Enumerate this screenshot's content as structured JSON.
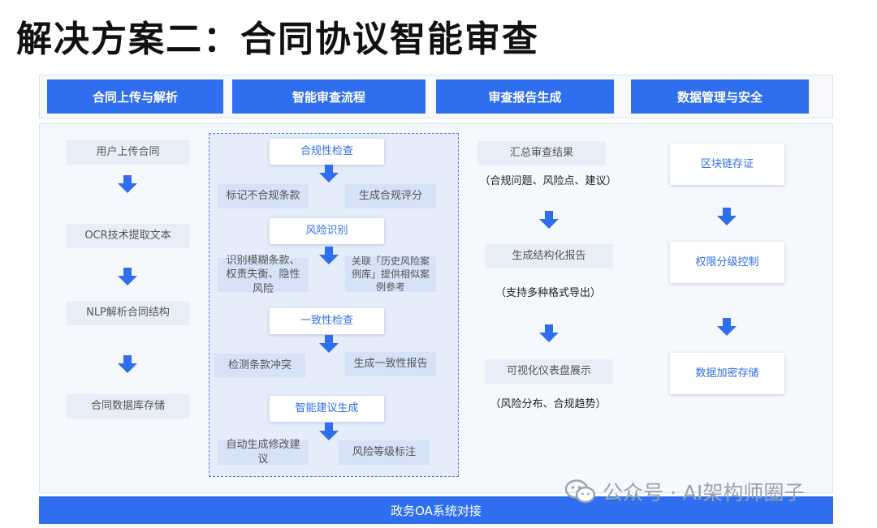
{
  "title": "解决方案二：合同协议智能审查",
  "headers": [
    "合同上传与解析",
    "智能审查流程",
    "审查报告生成",
    "数据管理与安全"
  ],
  "col1": [
    "用户上传合同",
    "OCR技术提取文本",
    "NLP解析合同结构",
    "合同数据库存储"
  ],
  "col2": {
    "g1": {
      "title": "合规性检查",
      "left": "标记不合规条款",
      "right": "生成合规评分"
    },
    "g2": {
      "title": "风险识别",
      "left": "识别模糊条款、权责失衡、隐性风险",
      "right": "关联「历史风险案例库」提供相似案例参考"
    },
    "g3": {
      "title": "一致性检查",
      "left": "检测条款冲突",
      "right": "生成一致性报告"
    },
    "g4": {
      "title": "智能建议生成",
      "left": "自动生成修改建议",
      "right": "风险等级标注"
    }
  },
  "col3": {
    "s1": "汇总审查结果",
    "c1": "（合规问题、风险点、建议）",
    "s2": "生成结构化报告",
    "c2": "（支持多种格式导出）",
    "s3": "可视化仪表盘展示",
    "c3": "（风险分布、合规趋势）"
  },
  "col4": [
    "区块链存证",
    "权限分级控制",
    "数据加密存储"
  ],
  "footer": "政务OA系统对接",
  "watermark": "公众号 · AI架构师圈子",
  "colors": {
    "primary": "#2f6fef",
    "box": "#e8eef8",
    "panel": "#e5edfb"
  }
}
